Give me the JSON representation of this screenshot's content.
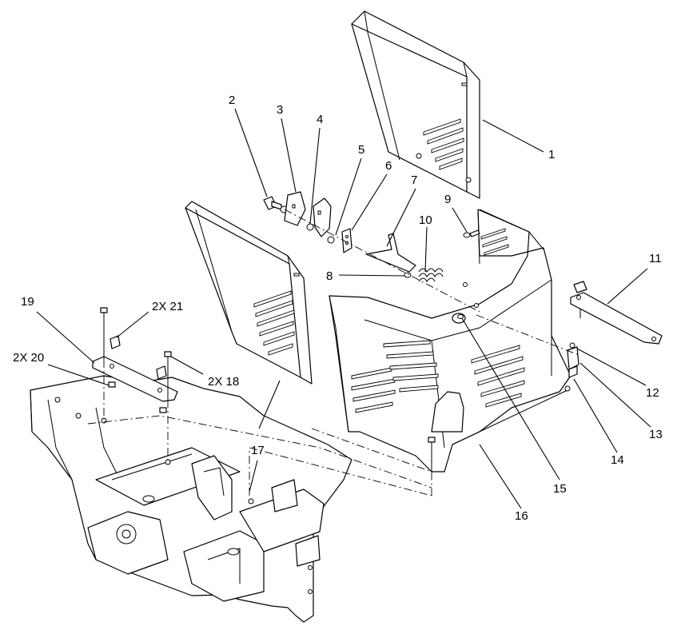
{
  "callouts": [
    {
      "id": "c1",
      "label": "1"
    },
    {
      "id": "c2",
      "label": "2"
    },
    {
      "id": "c3",
      "label": "3"
    },
    {
      "id": "c4",
      "label": "4"
    },
    {
      "id": "c5",
      "label": "5"
    },
    {
      "id": "c6",
      "label": "6"
    },
    {
      "id": "c7",
      "label": "7"
    },
    {
      "id": "c8",
      "label": "8"
    },
    {
      "id": "c9",
      "label": "9"
    },
    {
      "id": "c10",
      "label": "10"
    },
    {
      "id": "c11",
      "label": "11"
    },
    {
      "id": "c12",
      "label": "12"
    },
    {
      "id": "c13",
      "label": "13"
    },
    {
      "id": "c14",
      "label": "14"
    },
    {
      "id": "c15",
      "label": "15"
    },
    {
      "id": "c16",
      "label": "16"
    },
    {
      "id": "c17",
      "label": "17"
    },
    {
      "id": "c18",
      "label": "2X 18"
    },
    {
      "id": "c19",
      "label": "19"
    },
    {
      "id": "c20",
      "label": "2X 20"
    },
    {
      "id": "c21",
      "label": "2X 21"
    }
  ]
}
